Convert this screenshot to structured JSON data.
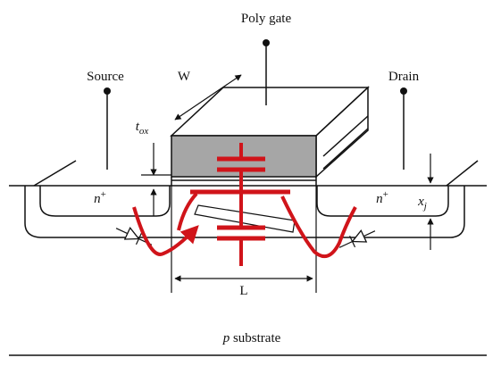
{
  "labels": {
    "poly_gate": "Poly gate",
    "source": "Source",
    "drain": "Drain",
    "width": "W",
    "tox_main": "t",
    "tox_sub": "ox",
    "n_plus_left_main": "n",
    "n_plus_left_sup": "+",
    "n_plus_right_main": "n",
    "n_plus_right_sup": "+",
    "xj_main": "x",
    "xj_sub": "j",
    "length": "L",
    "substrate_italic": "p",
    "substrate_rest": " substrate"
  },
  "colors": {
    "ink": "#111111",
    "gate_fill": "#a6a6a6",
    "overlay": "#d0141a"
  }
}
